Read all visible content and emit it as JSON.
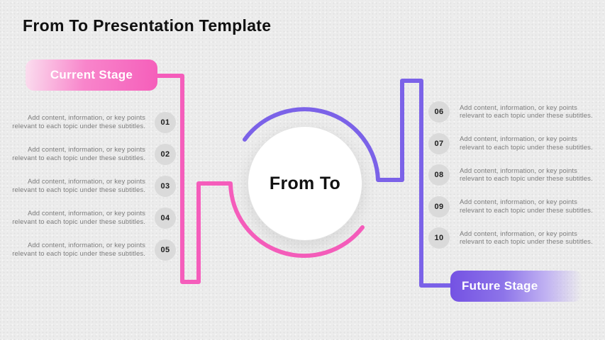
{
  "title": "From To Presentation Template",
  "center": {
    "label": "From To"
  },
  "badges": {
    "current": "Current Stage",
    "future": "Future Stage"
  },
  "left_items": [
    {
      "num": "01",
      "line1": "Add content, information, or key points",
      "line2": "relevant to each topic under these subtitles."
    },
    {
      "num": "02",
      "line1": "Add content, information, or key points",
      "line2": "relevant to each topic under these subtitles."
    },
    {
      "num": "03",
      "line1": "Add content, information, or key points",
      "line2": "relevant to each topic under these subtitles."
    },
    {
      "num": "04",
      "line1": "Add content, information, or key points",
      "line2": "relevant to each topic under these subtitles."
    },
    {
      "num": "05",
      "line1": "Add content, information, or key points",
      "line2": "relevant to each topic under these subtitles."
    }
  ],
  "right_items": [
    {
      "num": "06",
      "line1": "Add content, information, or key points",
      "line2": "relevant to each topic under these subtitles."
    },
    {
      "num": "07",
      "line1": "Add content, information, or key points",
      "line2": "relevant to each topic under these subtitles."
    },
    {
      "num": "08",
      "line1": "Add content, information, or key points",
      "line2": "relevant to each topic under these subtitles."
    },
    {
      "num": "09",
      "line1": "Add content, information, or key points",
      "line2": "relevant to each topic under these subtitles."
    },
    {
      "num": "10",
      "line1": "Add content, information, or key points",
      "line2": "relevant to each topic under these subtitles."
    }
  ],
  "colors": {
    "pink_line": "#F55DBB",
    "purple_line": "#7B62E8",
    "badge_pink_start": "#FBDEEF",
    "badge_pink_end": "#F55EBA",
    "badge_purple_start": "#7452E3",
    "badge_purple_end": "#C0B1F2",
    "number_circle": "#DADADA",
    "body_text": "#7D7D7D",
    "background": "#ECECEC"
  }
}
